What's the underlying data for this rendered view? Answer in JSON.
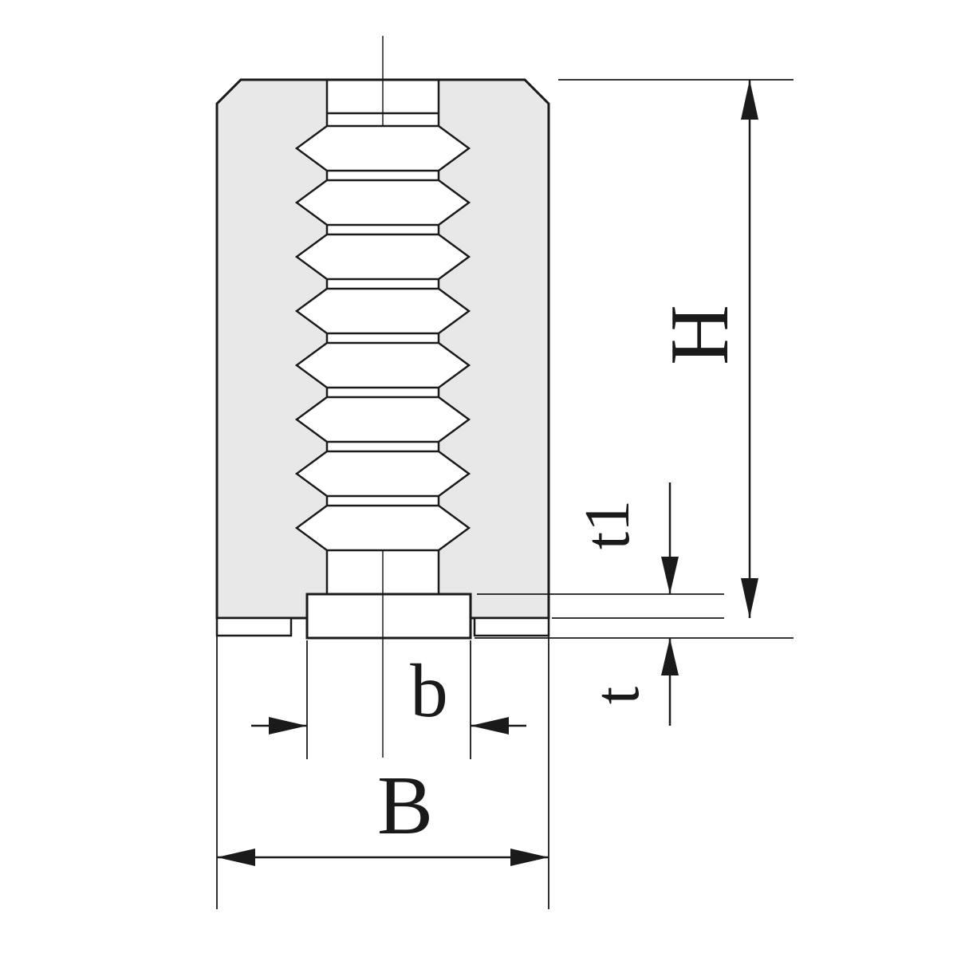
{
  "labels": {
    "H": "H",
    "t1": "t1",
    "t": "t",
    "b": "b",
    "B": "B"
  },
  "colors": {
    "line": "#1a1a1a",
    "body_fill": "#e8e8e8",
    "background": "#ffffff"
  }
}
